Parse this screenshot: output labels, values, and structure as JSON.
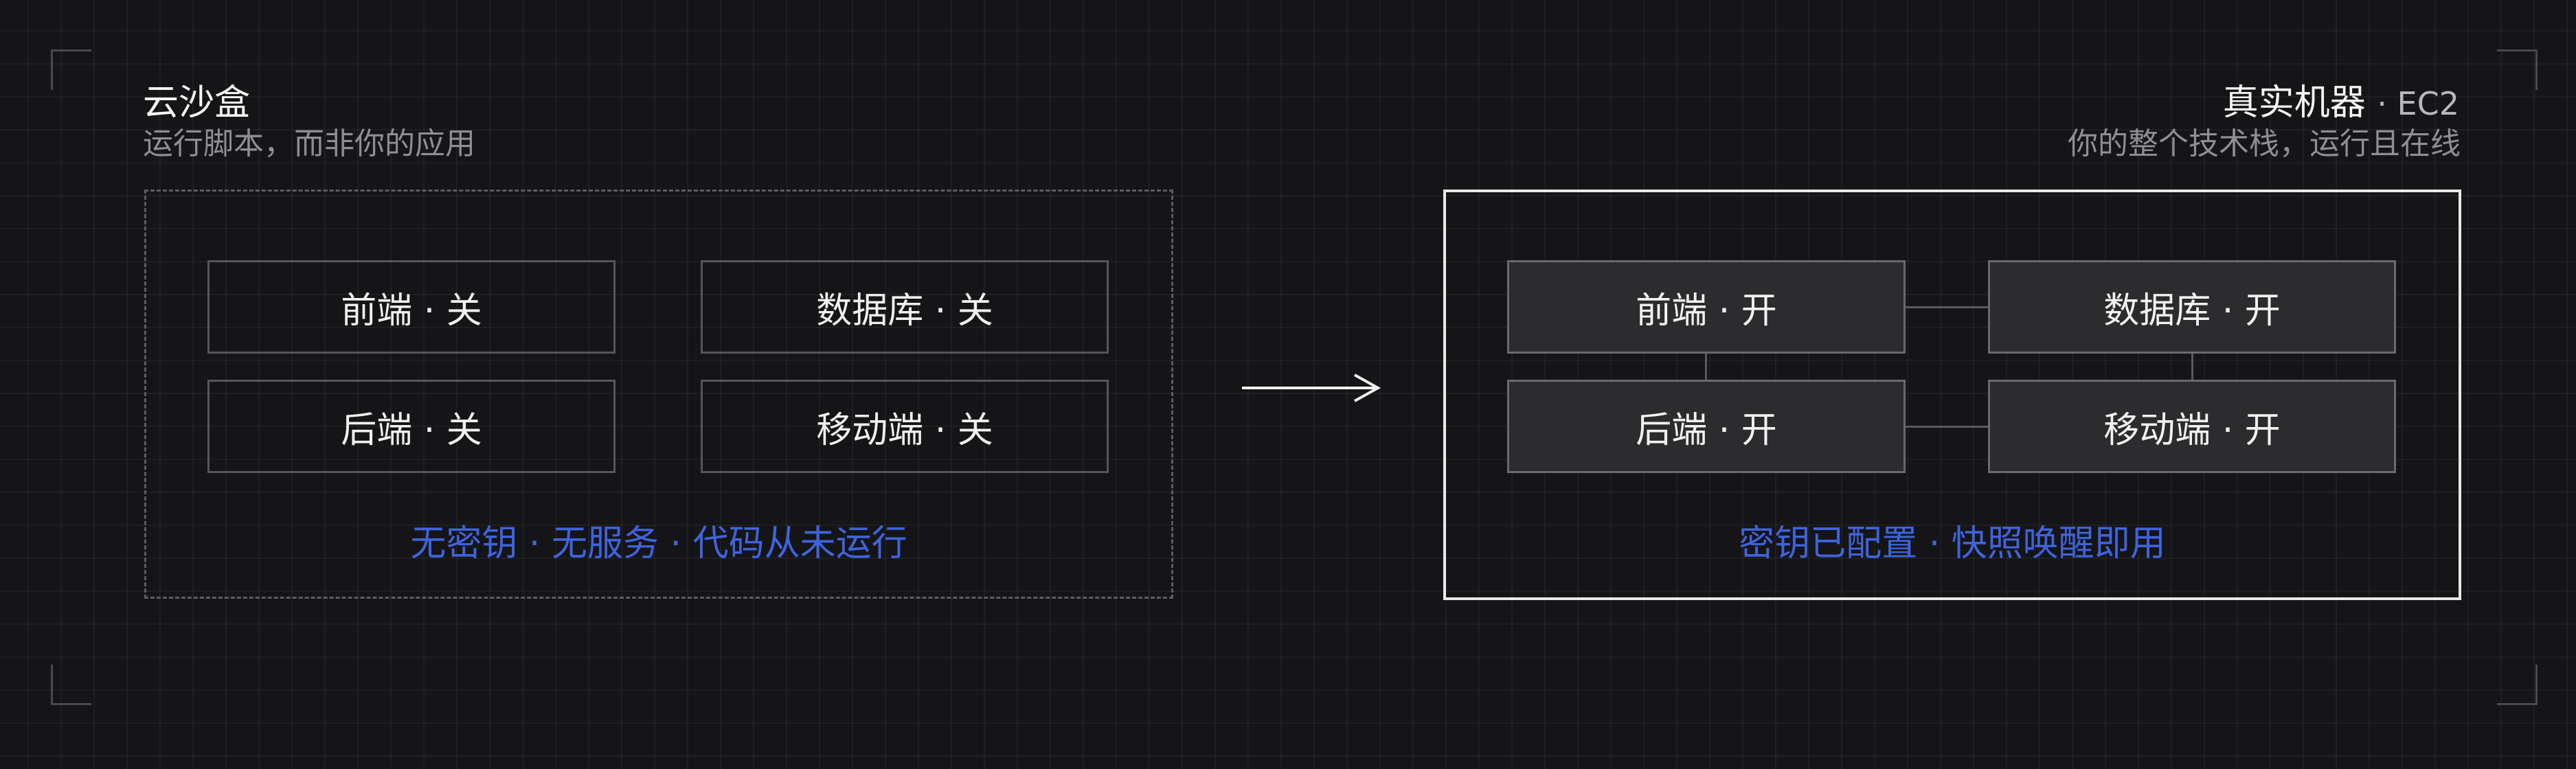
{
  "sandbox": {
    "title": "云沙盒",
    "subtitle": "运行脚本，而非你的应用",
    "nodes": [
      "前端 · 关",
      "数据库 · 关",
      "后端 · 关",
      "移动端 · 关"
    ],
    "footnote": "无密钥 · 无服务 · 代码从未运行"
  },
  "machine": {
    "title": "真实机器",
    "title_suffix": "· EC2",
    "subtitle": "你的整个技术栈，运行且在线",
    "nodes": [
      "前端 · 开",
      "数据库 · 开",
      "后端 · 开",
      "移动端 · 开"
    ],
    "footnote": "密钥已配置 · 快照唤醒即用"
  },
  "colors": {
    "accent": "#3f63dc",
    "background": "#151517",
    "panel_border_active": "#e8e8e8",
    "panel_border_inactive": "#5c5c60"
  },
  "icons": {
    "transition": "right-arrow-icon"
  }
}
